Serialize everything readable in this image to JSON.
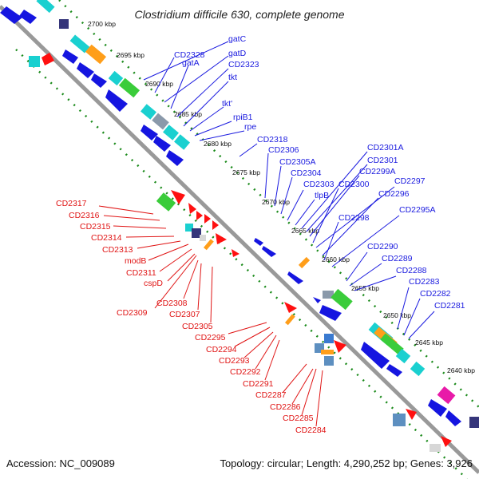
{
  "title": "Clostridium difficile 630, complete genome",
  "footer": {
    "accession": "Accession: NC_009089",
    "topology": "Topology: circular; Length: 4,290,252 bp; Genes: 3,926"
  },
  "colors": {
    "axis": "#888888",
    "dotted": "#1a8a1a",
    "gene_blue": "#1515e0",
    "gene_red": "#ff1010",
    "label_blue": "#1a1adf",
    "label_red": "#e01414"
  },
  "ticks": [
    "2700 kbp",
    "2695 kbp",
    "2690 kbp",
    "2685 kbp",
    "2680 kbp",
    "2675 kbp",
    "2670 kbp",
    "2665 kbp",
    "2660 kbp",
    "2655 kbp",
    "2650 kbp",
    "2645 kbp",
    "2640 kbp"
  ],
  "blue_labels": [
    "gatC",
    "CD2328",
    "gatD",
    "gatA",
    "CD2323",
    "tkt",
    "tkt'",
    "rpiB1",
    "rpe",
    "CD2318",
    "CD2306",
    "CD2305A",
    "CD2304",
    "CD2303",
    "tlpB",
    "CD2301A",
    "CD2301",
    "CD2299A",
    "CD2300",
    "CD2297",
    "CD2296",
    "CD2298",
    "CD2295A",
    "CD2290",
    "CD2289",
    "CD2288",
    "CD2283",
    "CD2282",
    "CD2281"
  ],
  "red_labels": [
    "CD2317",
    "CD2316",
    "CD2315",
    "CD2314",
    "CD2313",
    "modB",
    "CD2311",
    "cspD",
    "CD2308",
    "CD2309",
    "CD2307",
    "CD2305",
    "CD2295",
    "CD2294",
    "CD2293",
    "CD2292",
    "CD2291",
    "CD2287",
    "CD2286",
    "CD2285",
    "CD2284"
  ]
}
